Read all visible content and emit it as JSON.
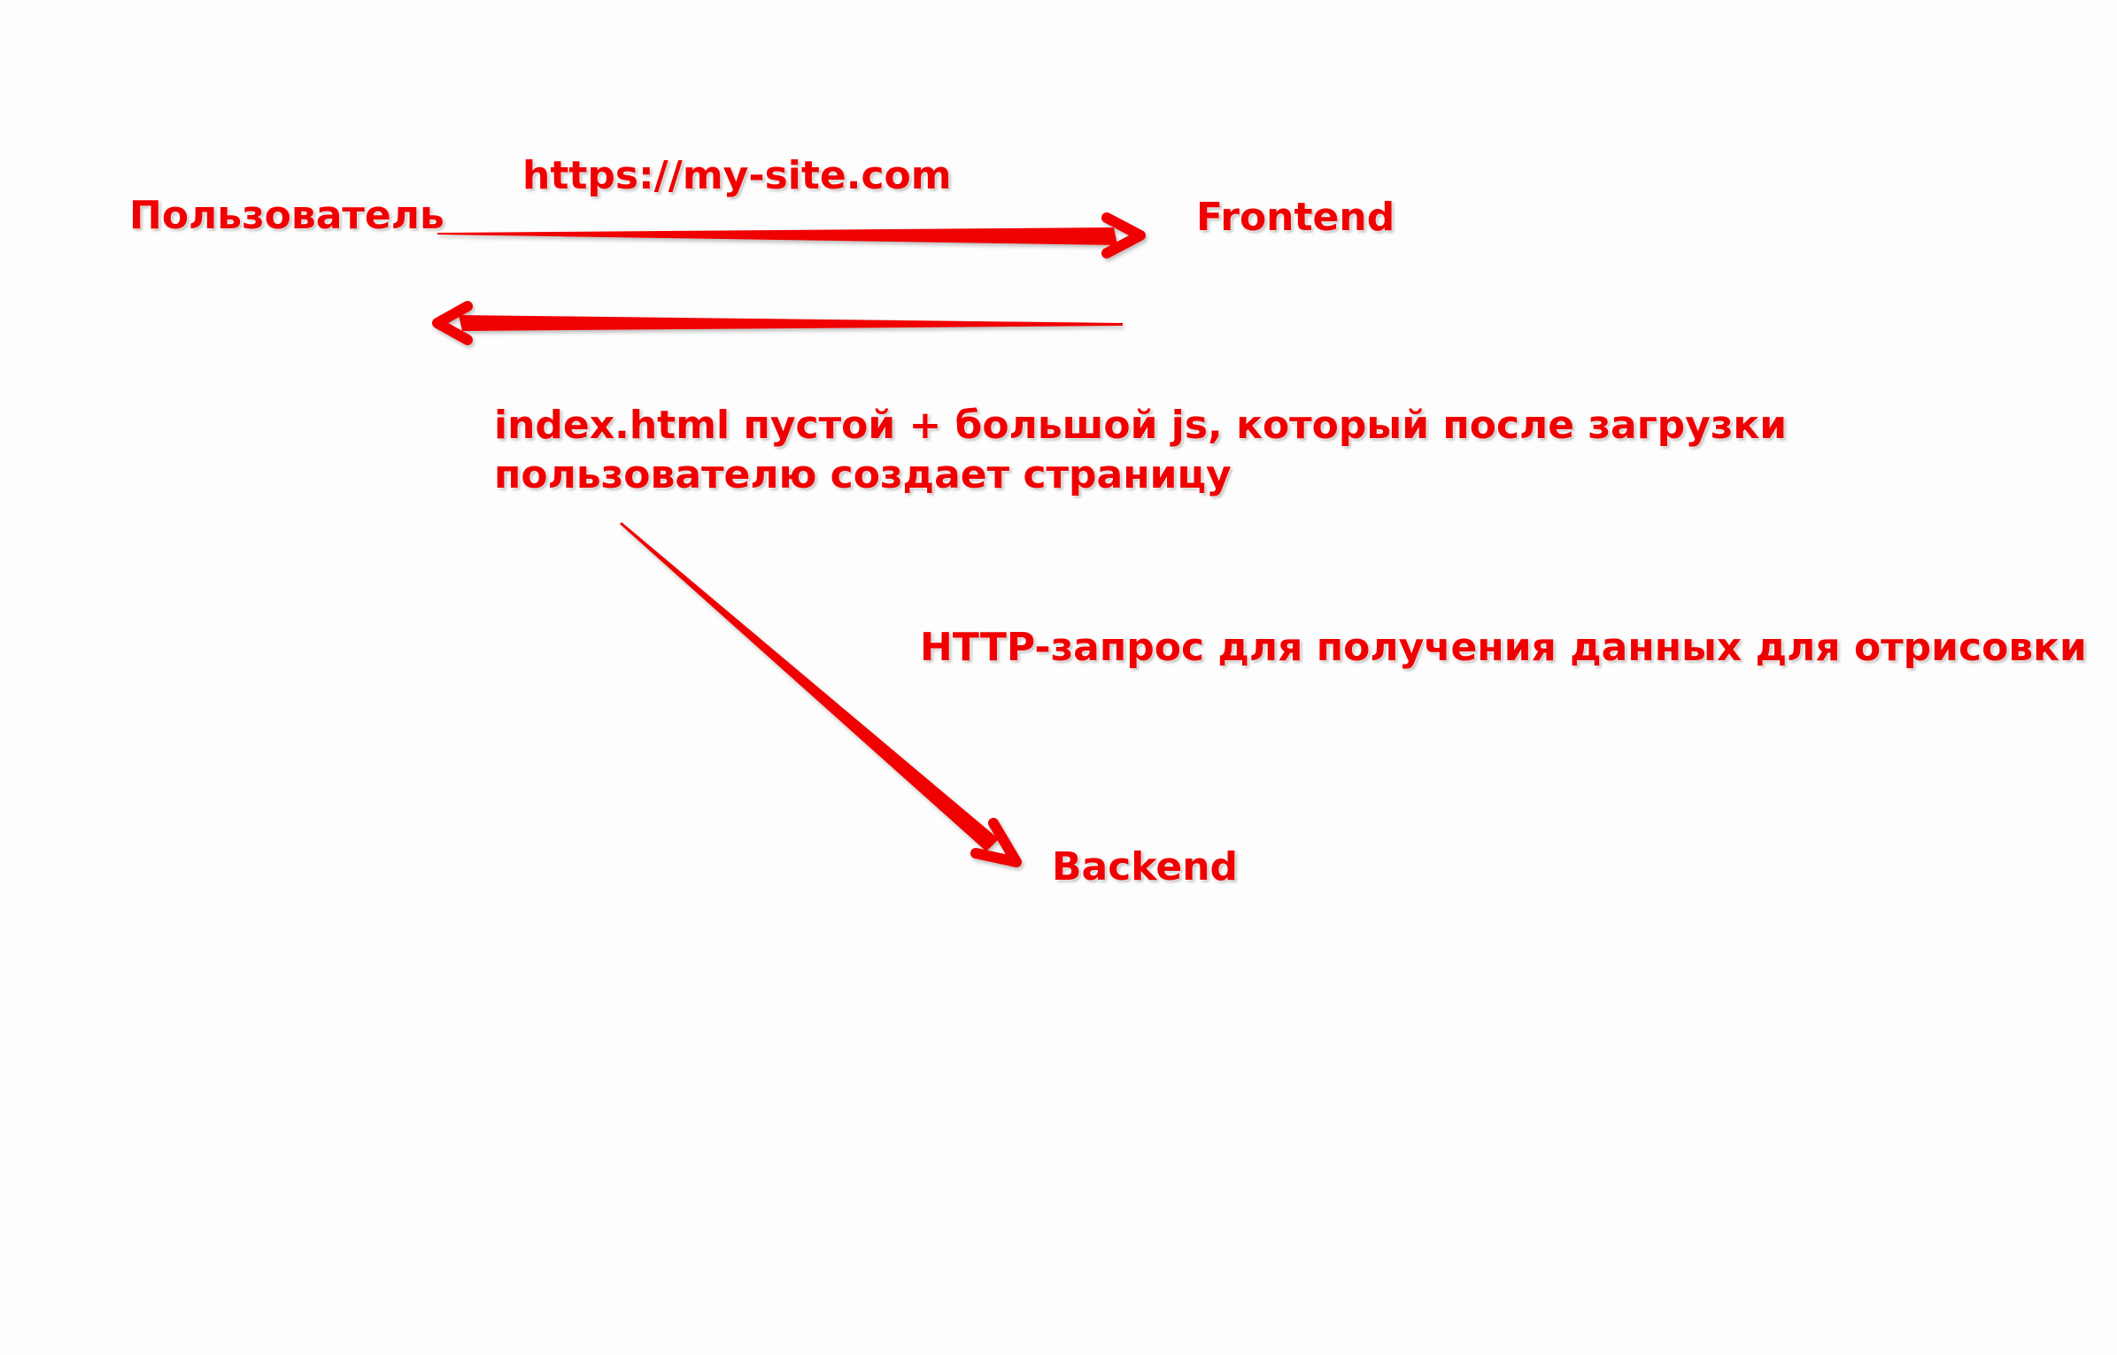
{
  "nodes": {
    "user": "Пользователь",
    "frontend": "Frontend",
    "backend": "Backend"
  },
  "edges": {
    "request_url": "https://my-site.com",
    "response_line1": "index.html пустой + большой js, который после загрузки",
    "response_line2": "пользователю создает страницу",
    "http_request": "HTTP-запрос для получения данных для отрисовки"
  },
  "colors": {
    "accent": "#f00000",
    "background": "#fdfdfd"
  }
}
